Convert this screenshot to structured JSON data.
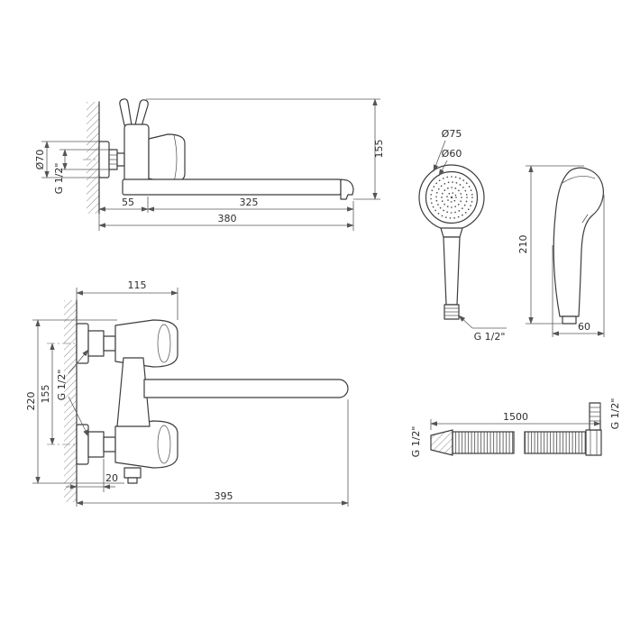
{
  "page": {
    "background": "#ffffff",
    "line_color": "#3c3c3c"
  },
  "drawing": {
    "side_view": {
      "flange_diameter": "Ø70",
      "wall_thread": "G 1/2\"",
      "height": "155",
      "wall_offset": "55",
      "spout_reach": "325",
      "total_reach": "380"
    },
    "handset_front": {
      "outer_diameter": "Ø75",
      "face_diameter": "Ø60",
      "thread": "G 1/2\""
    },
    "handset_side": {
      "height": "210",
      "width": "60"
    },
    "front_view": {
      "top_width": "115",
      "total_height": "220",
      "centers_distance": "155",
      "thread": "G 1/2\"",
      "wall_offset": "20",
      "total_reach": "395"
    },
    "hose": {
      "length": "1500",
      "thread_left": "G 1/2\"",
      "thread_right": "G 1/2\""
    }
  }
}
